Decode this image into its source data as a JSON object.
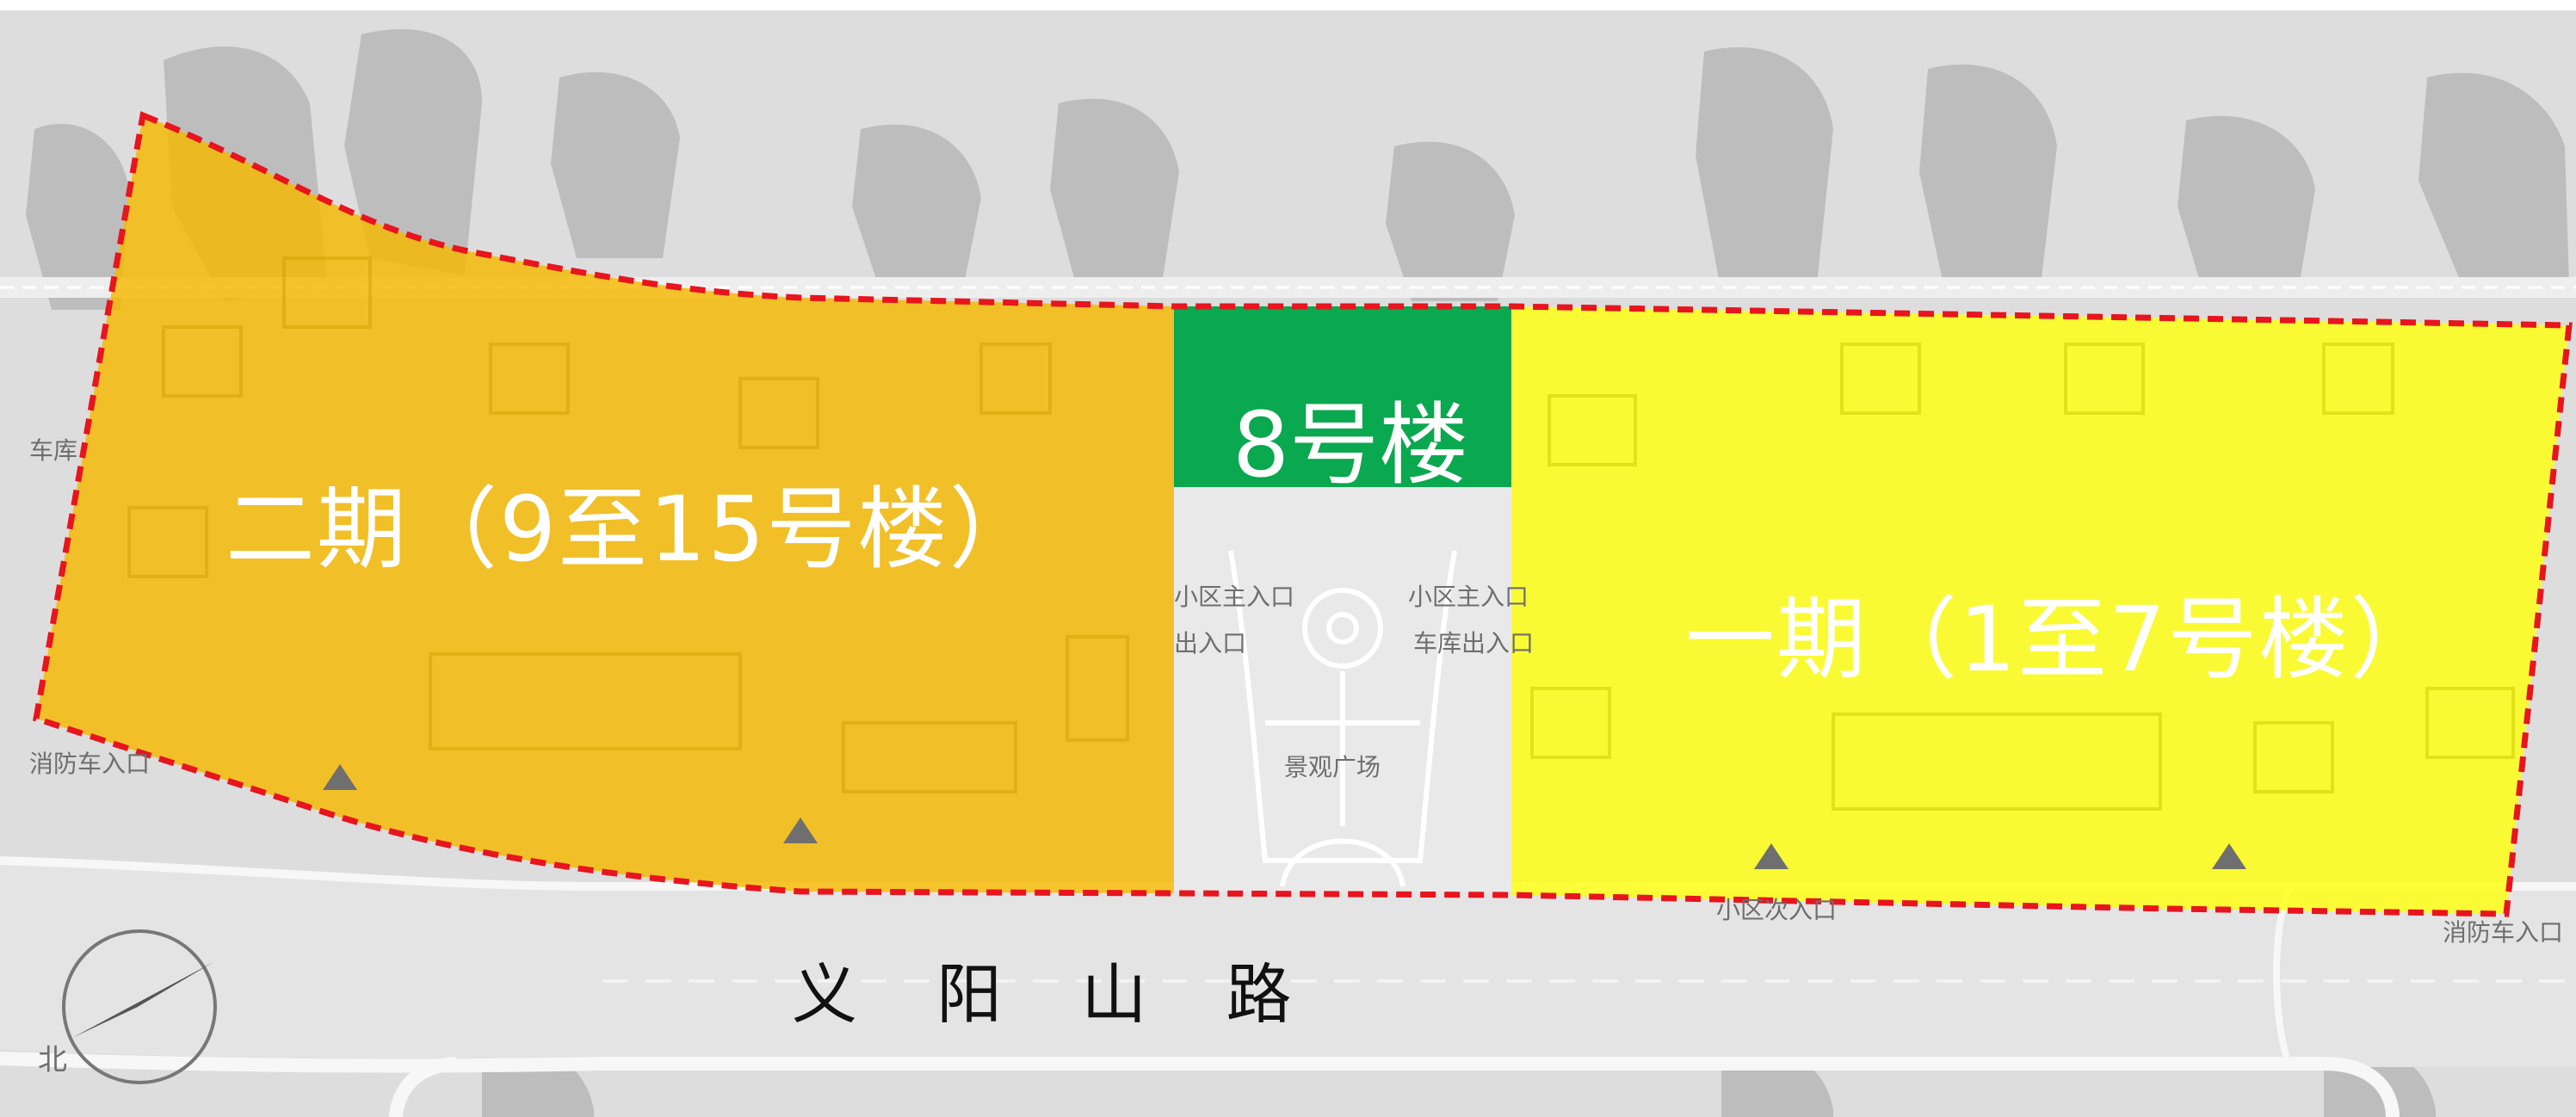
{
  "map": {
    "zones": [
      {
        "id": "phase2",
        "label": "二期（9至15号楼）",
        "color": "#f5b800"
      },
      {
        "id": "building8",
        "label": "8号楼",
        "color": "#0aa84f"
      },
      {
        "id": "phase1",
        "label": "一期（1至7号楼）",
        "color": "#ffff19"
      }
    ],
    "boundary_color": "#e8141e",
    "road_name": "义 阳 山 路",
    "background_labels": {
      "main_entrance_left": "小区主入口",
      "main_entrance_right": "小区主入口",
      "garage_exit_left": "出入口",
      "garage_exit_right": "车库出入口",
      "plaza": "景观广场",
      "fire_entrance_left": "消防车入口",
      "fire_entrance_right": "消防车入口",
      "secondary_entrance": "小区次入口",
      "garage_left": "车库",
      "north": "北"
    }
  }
}
